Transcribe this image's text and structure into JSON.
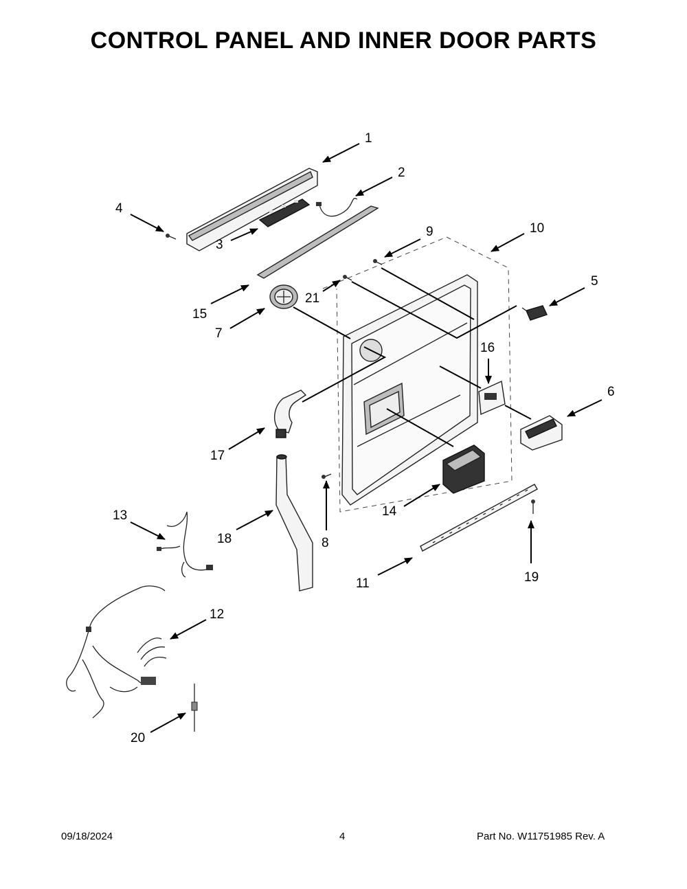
{
  "title": "CONTROL PANEL AND INNER DOOR PARTS",
  "callouts": {
    "c1": "1",
    "c2": "2",
    "c3": "3",
    "c4": "4",
    "c5": "5",
    "c6": "6",
    "c7": "7",
    "c8": "8",
    "c9": "9",
    "c10": "10",
    "c11": "11",
    "c12": "12",
    "c13": "13",
    "c14": "14",
    "c15": "15",
    "c16": "16",
    "c17": "17",
    "c18": "18",
    "c19": "19",
    "c20": "20",
    "c21": "21"
  },
  "footer": {
    "date": "09/18/2024",
    "page": "4",
    "part_no": "Part No.  W11751985  Rev.  A"
  }
}
